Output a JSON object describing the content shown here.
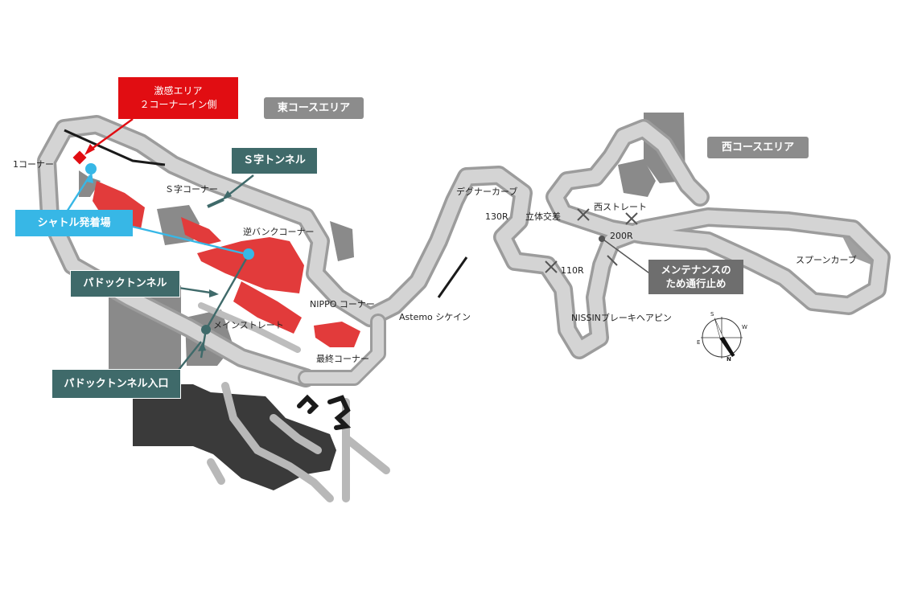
{
  "areas": {
    "east": "東コースエリア",
    "west": "西コースエリア"
  },
  "callouts": {
    "gekikan_line1": "激感エリア",
    "gekikan_line2": "２コーナーイン側",
    "s_tunnel": "Ｓ字トンネル",
    "shuttle": "シャトル発着場",
    "paddock_tunnel": "パドックトンネル",
    "paddock_entrance": "パドックトンネル入口",
    "maintenance_line1": "メンテナンスの",
    "maintenance_line2": "ため通行止め"
  },
  "corners": {
    "c1": "1コーナー",
    "s": "Ｓ字コーナー",
    "reverse_bank": "逆バンクコーナー",
    "degner": "デグナーカーブ",
    "r130": "130R",
    "crossover": "立体交差",
    "west_straight": "西ストレート",
    "r200": "200R",
    "spoon": "スプーンカーブ",
    "r110": "110R",
    "nippo": "NIPPO コーナー",
    "astemo": "Astemo シケイン",
    "nissin": "NISSINブレーキヘアピン",
    "main_straight": "メインストレート",
    "final": "最終コーナー"
  },
  "compass": {
    "n": "N",
    "s": "S",
    "e": "E",
    "w": "W"
  },
  "colors": {
    "track": "#c9c9c9",
    "track_edge": "#a3a3a3",
    "building": "#8a8a8a",
    "parking": "#3a3a3a",
    "red": "#e23b3b",
    "teal": "#3f6a6a",
    "shuttle_blue": "#37b7e6",
    "accent_red": "#e10d12"
  }
}
